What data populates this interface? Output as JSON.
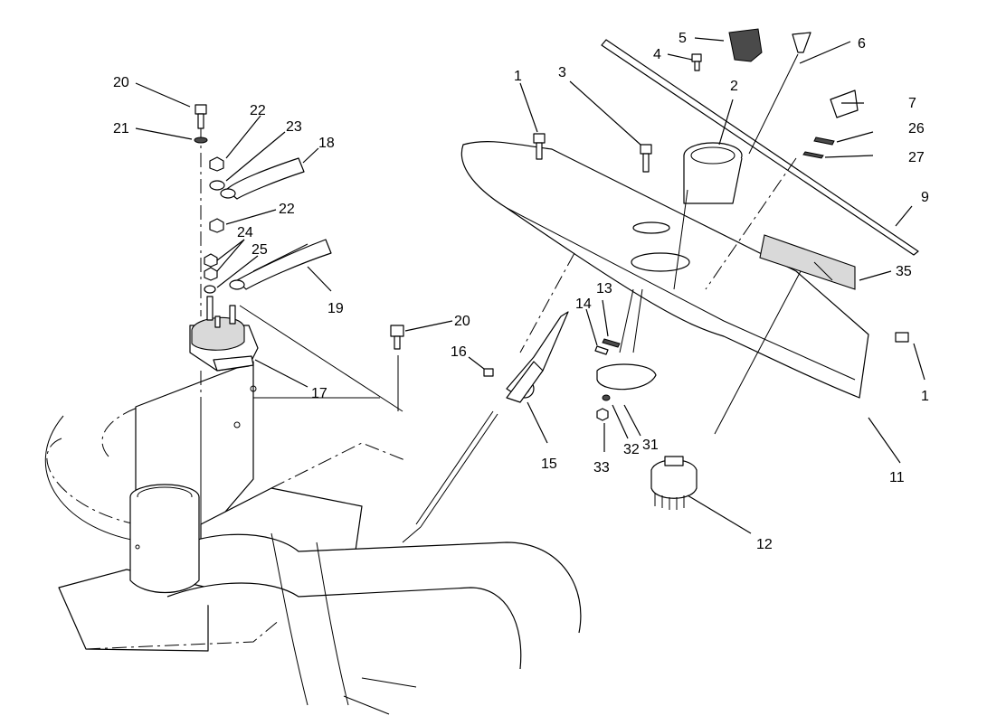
{
  "callouts": {
    "c1a": "1",
    "c1b": "1",
    "c2": "2",
    "c3": "3",
    "c4": "4",
    "c5": "5",
    "c6": "6",
    "c7": "7",
    "c9": "9",
    "c11": "11",
    "c12": "12",
    "c13": "13",
    "c14": "14",
    "c15": "15",
    "c16": "16",
    "c17": "17",
    "c18": "18",
    "c19": "19",
    "c20a": "20",
    "c20b": "20",
    "c21": "21",
    "c22a": "22",
    "c22b": "22",
    "c23": "23",
    "c24": "24",
    "c25": "25",
    "c26": "26",
    "c27": "27",
    "c31": "31",
    "c32": "32",
    "c33": "33",
    "c35": "35"
  }
}
